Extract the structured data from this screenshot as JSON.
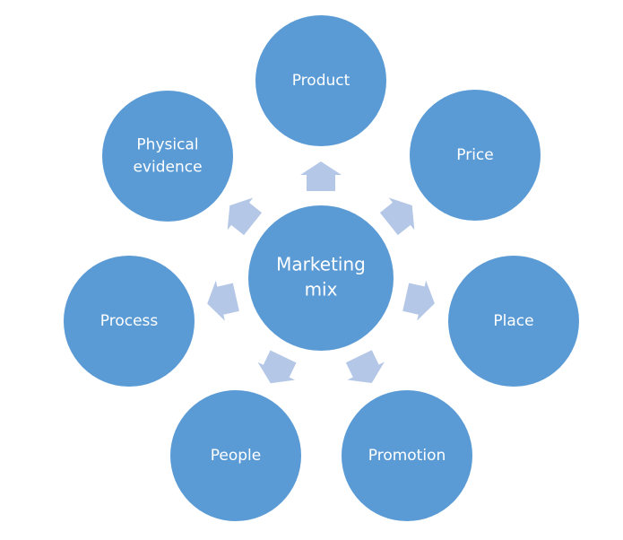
{
  "diagram": {
    "title": "Marketing mix",
    "center": {
      "label_lines": [
        "Marketing",
        "mix"
      ]
    },
    "elements": [
      {
        "id": "product",
        "label_lines": [
          "Product"
        ]
      },
      {
        "id": "price",
        "label_lines": [
          "Price"
        ]
      },
      {
        "id": "place",
        "label_lines": [
          "Place"
        ]
      },
      {
        "id": "promotion",
        "label_lines": [
          "Promotion"
        ]
      },
      {
        "id": "people",
        "label_lines": [
          "People"
        ]
      },
      {
        "id": "process",
        "label_lines": [
          "Process"
        ]
      },
      {
        "id": "physical-evidence",
        "label_lines": [
          "Physical",
          "evidence"
        ]
      }
    ],
    "arrow_direction": "outward",
    "colors": {
      "circle_fill": "#5B9BD5",
      "arrow_fill": "#B4C7E7",
      "text": "#ffffff",
      "background": "#ffffff"
    }
  }
}
